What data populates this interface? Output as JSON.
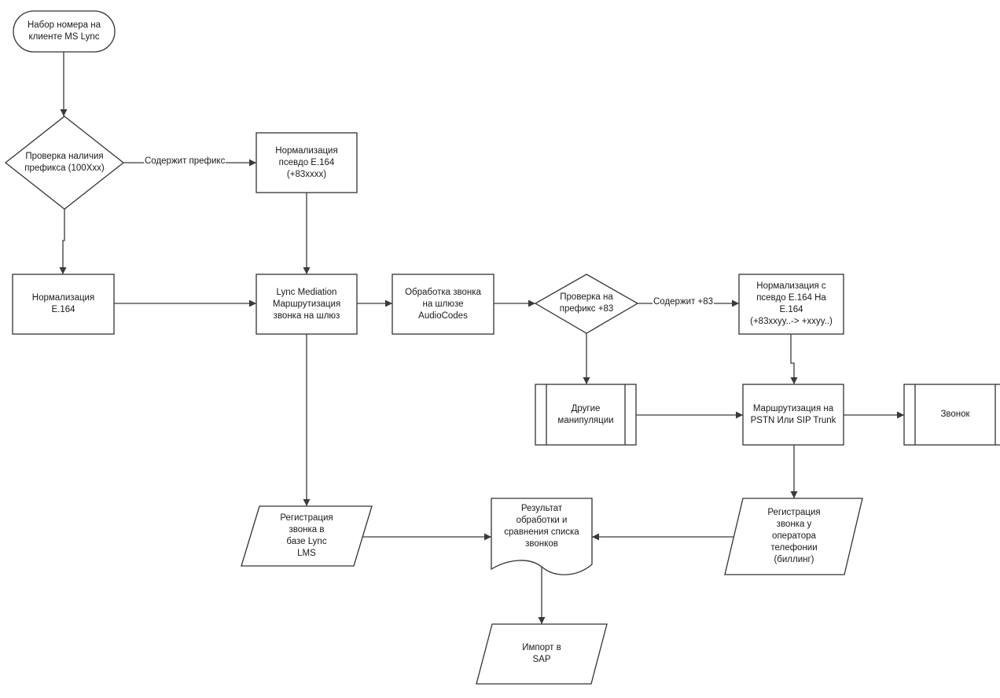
{
  "nodes": {
    "start": "Набор номера на\nклиенте MS Lync",
    "check_prefix": "Проверка наличия\nпрефикса (100Xxx)",
    "norm_pseudo": "Нормализация\nпсевдо E.164\n(+83xxxx)",
    "norm_e164": "Нормализация\nE.164",
    "lync_mediation": "Lync Mediation\nМаршрутизация\nзвонка на шлюз",
    "audiocodes": "Обработка звонка\nна шлюзе\nAudioCodes",
    "check_83": "Проверка на\nпрефикс +83",
    "norm_pseudo_to_e164": "Нормализация с\nпсевдо E.164 На\nE.164\n(+83xxyy..-> +xxyy..)",
    "other": "Другие\nманипуляции",
    "routing_pstn": "Маршрутизация на\nPSTN Или SIP Trunk",
    "call": "Звонок",
    "reg_lync": "Регистрация\nзвонка в\nбазе Lync\nLMS",
    "result": "Результат\nобработки и\nсравнения списка\nзвонков",
    "reg_operator": "Регистрация\nзвонка у\nоператора\nтелефонии\n(биллинг)",
    "import_sap": "Импорт в\nSAP"
  },
  "edge_labels": {
    "contains_prefix": "Содержит префикс",
    "contains_83": "Содержит +83"
  }
}
